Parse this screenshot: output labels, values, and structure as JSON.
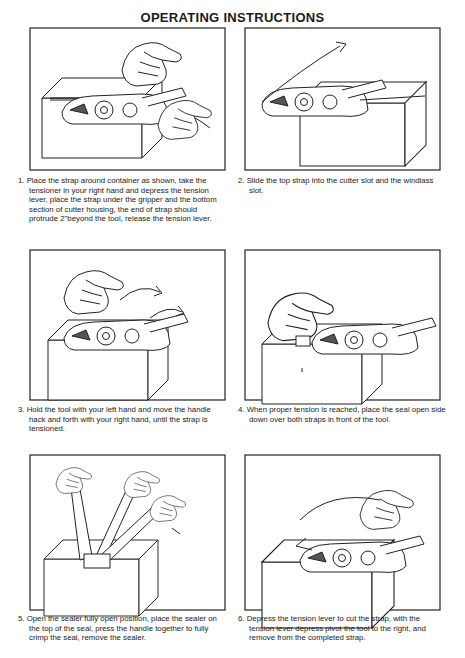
{
  "diagram": {
    "title": "OPERATING INSTRUCTIONS",
    "labels": [
      "1. Place the strap around container as shown, take the tensioner in your right hand and depress the tension lever, place the strap under the gripper and the bottom section of cutter housing, the end of strap should protrude 2\"beyond the tool, release the tension lever.",
      "2. Slide the top strap into the cutter slot and the windlass slot.",
      "3. Hold the tool with your left hand and move the handle hack and forth with your right hand, until the strap is tensioned.",
      "4. When proper tension is reached, place the seal open side down over both straps in front of the tool.",
      "5. Open the sealer fully open position, place the sealer on the top of the seal, press the handle together to fully crimp the seal, remove the sealer.",
      "6. Depress the tension lever to cut the strap, with the tension lever depress pivot the tool to the right, and remove from the completed strap."
    ]
  }
}
